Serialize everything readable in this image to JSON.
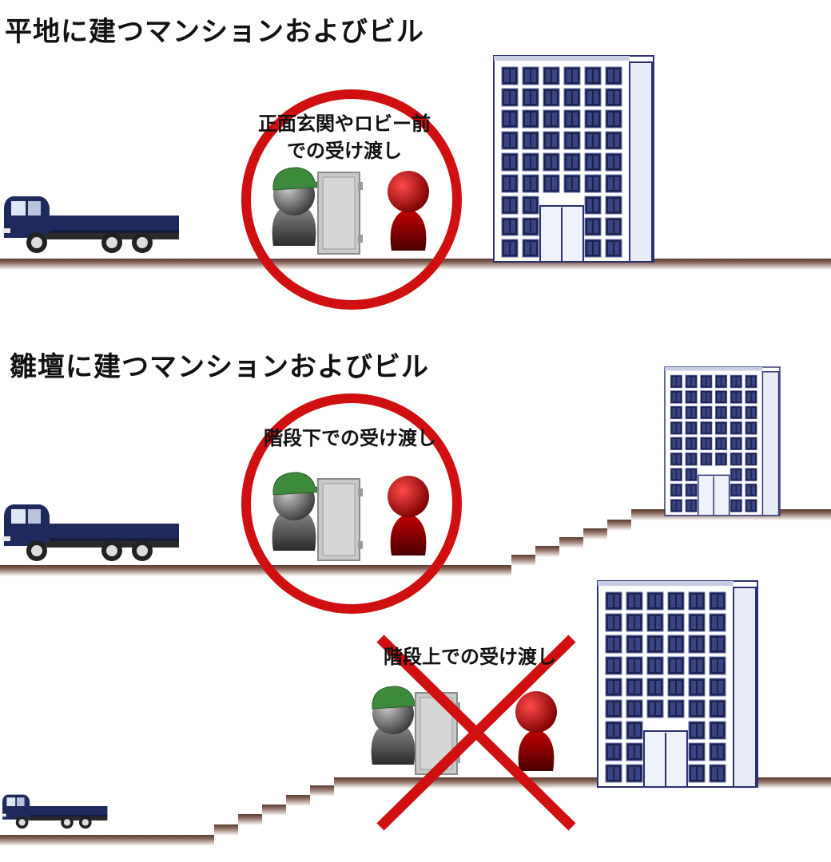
{
  "sections": [
    {
      "title": "平地に建つマンションおよびビル",
      "options": [
        {
          "label_lines": [
            "正面玄関やロビー前",
            "での受け渡し"
          ],
          "verdict": "ok"
        }
      ]
    },
    {
      "title": "雛壇に建つマンションおよびビル",
      "options": [
        {
          "label_lines": [
            "階段下での受け渡し"
          ],
          "verdict": "ok"
        },
        {
          "label_lines": [
            "階段上での受け渡し"
          ],
          "verdict": "ng"
        }
      ]
    }
  ],
  "colors": {
    "mark": "#d01010",
    "truck": "#1f2a5c",
    "cap": "#3d8a3c",
    "recipient": "#b00000",
    "ground": "#7a5a4a"
  },
  "icons": [
    "truck-icon",
    "building-icon",
    "delivery-person-icon",
    "door-icon",
    "recipient-icon",
    "circle-ok-mark",
    "cross-ng-mark"
  ]
}
